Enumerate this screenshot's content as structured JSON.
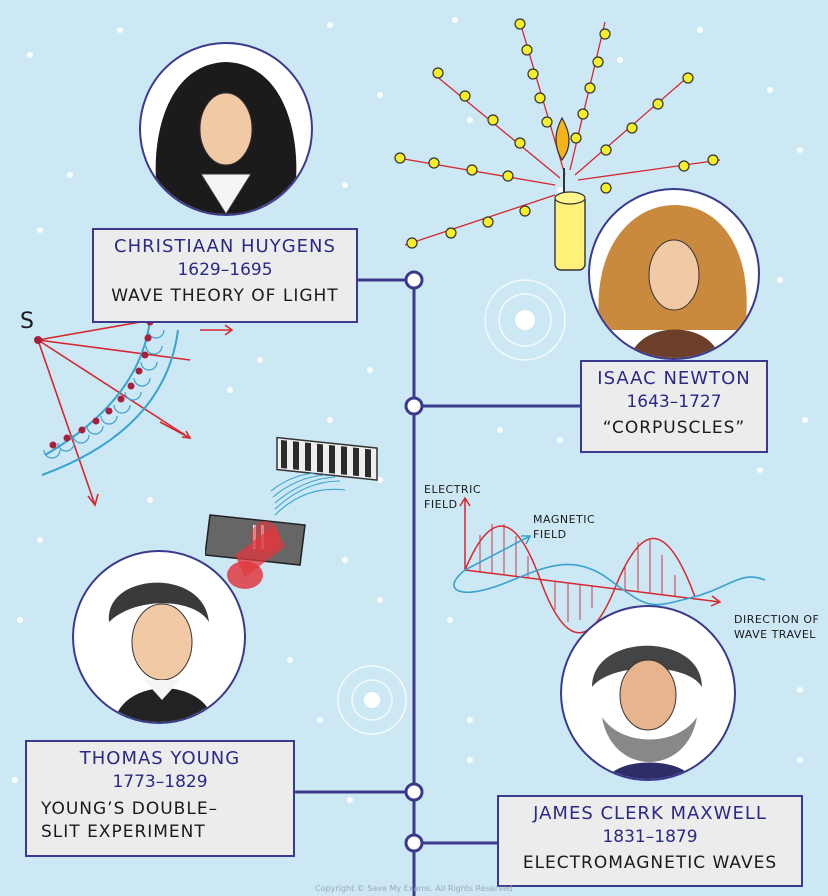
{
  "scientists": [
    {
      "name": "CHRISTIAAN HUYGENS",
      "years": "1629–1695",
      "contribution": "WAVE  THEORY OF LIGHT"
    },
    {
      "name": "ISAAC  NEWTON",
      "years": "1643–1727",
      "contribution": "“CORPUSCLES”"
    },
    {
      "name": "THOMAS  YOUNG",
      "years": "1773–1829",
      "contribution": "YOUNG’S DOUBLE–SLIT EXPERIMENT"
    },
    {
      "name": "JAMES CLERK MAXWELL",
      "years": "1831–1879",
      "contribution": "ELECTROMAGNETIC  WAVES"
    }
  ],
  "huygens_diagram": {
    "source_label": "S"
  },
  "em_wave_diagram": {
    "electric_field_label": "ELECTRIC FIELD",
    "magnetic_field_label": "MAGNETIC FIELD",
    "direction_label": "DIRECTION OF WAVE TRAVEL"
  },
  "colors": {
    "timeline": "#3b3a8c",
    "card_border": "#3b3a8c",
    "name_text": "#2a2a86",
    "background": "#cbe8f4",
    "ray_red": "#d8262f",
    "corpuscle_yellow": "#f7ee2a",
    "magnetic_blue": "#3aa2cf"
  },
  "footer": {
    "copyright": "Copyright © Save My Exams. All Rights Reserved"
  }
}
